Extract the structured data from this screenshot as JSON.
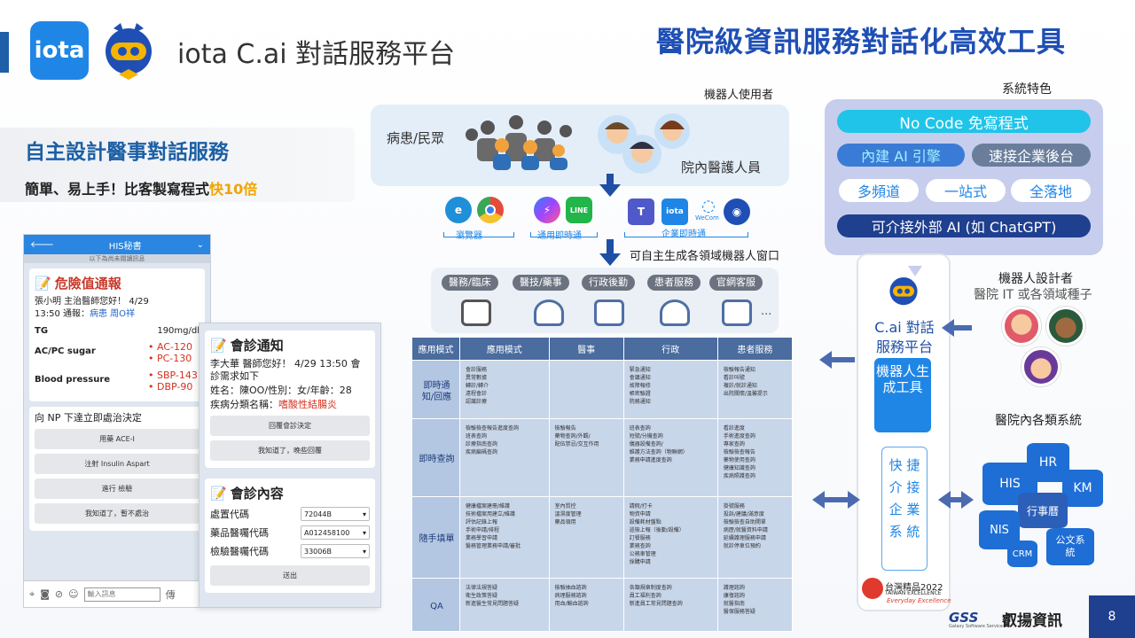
{
  "header": {
    "iota_logo": "iota",
    "title": "iota C.ai 對話服務平台",
    "slogan": "醫院級資訊服務對話化高效工具"
  },
  "intro": {
    "heading": "自主設計醫事對話服務",
    "sub_prefix": "簡單、易上手！比客製寫程式",
    "sub_highlight": "快10倍"
  },
  "phone1": {
    "header_title": "HIS秘書",
    "sub_hint": "以下為尚未閱讀訊息",
    "critical": {
      "title": "危險值通報",
      "greeting": "張小明 主治醫師您好！ 4/29",
      "line2_prefix": "13:50 通報：",
      "patient": "病患 周O祥",
      "tg_label": "TG",
      "tg_value": "190mg/dl",
      "ac_label": "AC/PC sugar",
      "ac_values": [
        "• AC-120",
        "• PC-130"
      ],
      "bp_label": "Blood pressure",
      "bp_values": [
        "• SBP-143",
        "• DBP-90"
      ]
    },
    "decision": {
      "question": "向 NP 下達立即處治決定",
      "buttons": [
        "用藥 ACE-I",
        "注射 Insulin Aspart",
        "進行 檢驗",
        "我知道了，暫不處治"
      ]
    },
    "input_placeholder": "輸入訊息",
    "send_label": "傳"
  },
  "phone2": {
    "consult_notice": {
      "title": "會診通知",
      "greeting": "李大華 醫師您好！ 4/29 13:50 會診需求如下",
      "patient_info": "姓名：陳OO/性別：女/年齡：28",
      "diagnosis_label": "疾病分類名稱：",
      "diagnosis": "嗜酸性結腸炎",
      "buttons": [
        "回覆會診決定",
        "我知道了，晚些回覆"
      ]
    },
    "consult_content": {
      "title": "會診內容",
      "fields": [
        {
          "label": "處置代碼",
          "value": "72044B"
        },
        {
          "label": "藥品醫囑代碼",
          "value": "A012458100"
        },
        {
          "label": "檢驗醫囑代碼",
          "value": "33006B"
        }
      ],
      "submit": "送出"
    }
  },
  "users": {
    "label": "機器人使用者",
    "public": "病患/民眾",
    "staff": "院內醫護人員"
  },
  "channels": {
    "browser": "瀏覽器",
    "im": "通用即時通",
    "enterprise_im": "企業即時通",
    "icons": [
      "edge-icon",
      "chrome-icon",
      "messenger-icon",
      "line-icon",
      "teams-icon",
      "iota-icon",
      "wecom-icon",
      "chat-icon"
    ],
    "line_text": "LINE",
    "iota_text": "iota",
    "wecom_text": "WeCom"
  },
  "bots": {
    "caption": "可自主生成各領域機器人窗口",
    "tags": [
      "醫務/臨床",
      "醫技/藥事",
      "行政後勤",
      "患者服務",
      "官網客服"
    ],
    "more": "..."
  },
  "table": {
    "headers": [
      "應用模式",
      "應用模式",
      "醫事",
      "行政",
      "患者服務"
    ],
    "rows": [
      {
        "mode": "即時通知/回應",
        "medical": "會診服務\n異常數據\n轉診/轉介\n遠程會診\n認識診療",
        "admin": "緊急通知\n會議通知\n故障報修\n帳密驗證\n院務通知",
        "patient": "檢驗報告通知\n看診叫號\n複診/就診通知\n出院關懷/溫馨提示"
      },
      {
        "mode": "即時查詢",
        "medical": "檢驗檢查報告進度查詢\n班表查詢\n診療指南查詢\n疾病編碼查詢",
        "med2": "檢驗報告\n藥物查詢/外觀/\n配伍禁忌/交互作用",
        "admin": "班表查詢\n短號/分機查詢\n儀器設備查詢/\n維護方法查詢（物聯網）\n業務申請進度查詢",
        "patient": "看診進度\n手術進度查詢\n專家查詢\n檢驗檢查報告\n藥物使用查詢\n健康知識查詢\n疾病照護查詢"
      },
      {
        "mode": "隨手填單",
        "medical": "健康檔案建冊/維護\n技術檔案用建立/維護\n評估記錄上報\n手術申請/排程\n業務學習申請\n醫務管理業務申請/審批",
        "med2": "室內質控\n溫濕度管理\n藥品領用",
        "admin": "請假/打卡\n物資申請\n設備耗材盤點\n巡檢上報（後勤/設備）\n訂餐服務\n業務查詢\n公務車管理\n採購申請",
        "patient": "掛號服務\n投訴/建議/滿意度\n檢驗檢查自助開單\n病歷/就醫資料申請\n延續護理服務申請\n就診停車位預約"
      },
      {
        "mode": "QA",
        "medical": "法律法規答疑\n衛生政策答疑\n新進醫生常見問題答疑",
        "med2": "檢驗抽血諮詢\n病理服務諮詢\n用血/輸血諮詢",
        "admin": "各類規章制度查詢\n員工福利查詢\n新進員工常見問題查詢",
        "patient": "護理諮詢\n康復諮詢\n就醫指南\n醫保服務答疑"
      }
    ]
  },
  "features": {
    "label": "系統特色",
    "no_code": "No Code 免寫程式",
    "ai_engine": "內建 AI 引擎",
    "backend": "速接企業後台",
    "multi_channel": "多頻道",
    "one_stop": "一站式",
    "full_coverage": "全落地",
    "external_ai": "可介接外部 AI (如 ChatGPT)"
  },
  "platform": {
    "name_line1": "C.ai 對話",
    "name_line2": "服務平台",
    "generator": "機器人生成工具",
    "fast_connect": [
      "快",
      "捷",
      "介",
      "接",
      "企",
      "業",
      "系",
      "統"
    ],
    "award": "台灣精品2022",
    "award_en": "TAIWAN EXCELLENCE",
    "award_script": "Everyday Excellence"
  },
  "designers": {
    "label": "機器人設計者",
    "sub": "醫院 IT 或各領域種子"
  },
  "systems": {
    "label": "醫院內各類系統",
    "items": [
      "HR",
      "HIS",
      "KM",
      "行事曆",
      "NIS",
      "CRM",
      "公文系統"
    ]
  },
  "footer": {
    "gss": "GSS",
    "gss_sub": "Galaxy Software Services",
    "brand": "叡揚資訊",
    "page": "8"
  },
  "colors": {
    "brand_blue": "#1f4fb5",
    "accent_orange": "#f0a400",
    "danger_red": "#d4311f",
    "table_header": "#4a6c9e"
  }
}
